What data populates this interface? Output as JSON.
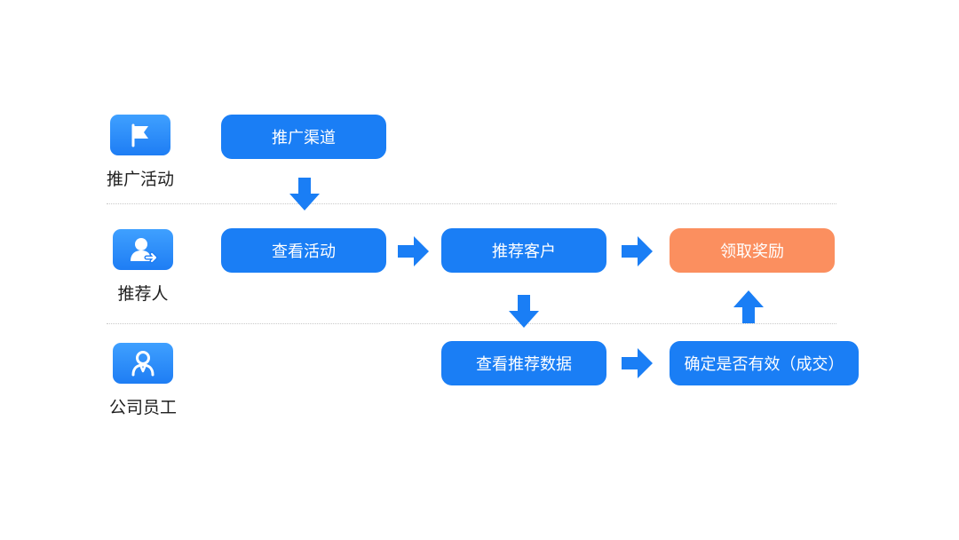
{
  "colors": {
    "primary_blue": "#1a7ef5",
    "reward_orange": "#fb8f5f",
    "divider_gray": "#c9c9c9",
    "text_dark": "#1f1f1f"
  },
  "lanes": [
    {
      "label": "推广活动",
      "icon": "flag-icon"
    },
    {
      "label": "推荐人",
      "icon": "user-share-icon"
    },
    {
      "label": "公司员工",
      "icon": "staff-icon"
    }
  ],
  "steps": {
    "promo_channel": "推广渠道",
    "view_activity": "查看活动",
    "recommend_customer": "推荐客户",
    "claim_reward": "领取奖励",
    "view_recommend_data": "查看推荐数据",
    "confirm_valid": "确定是否有效（成交）"
  }
}
